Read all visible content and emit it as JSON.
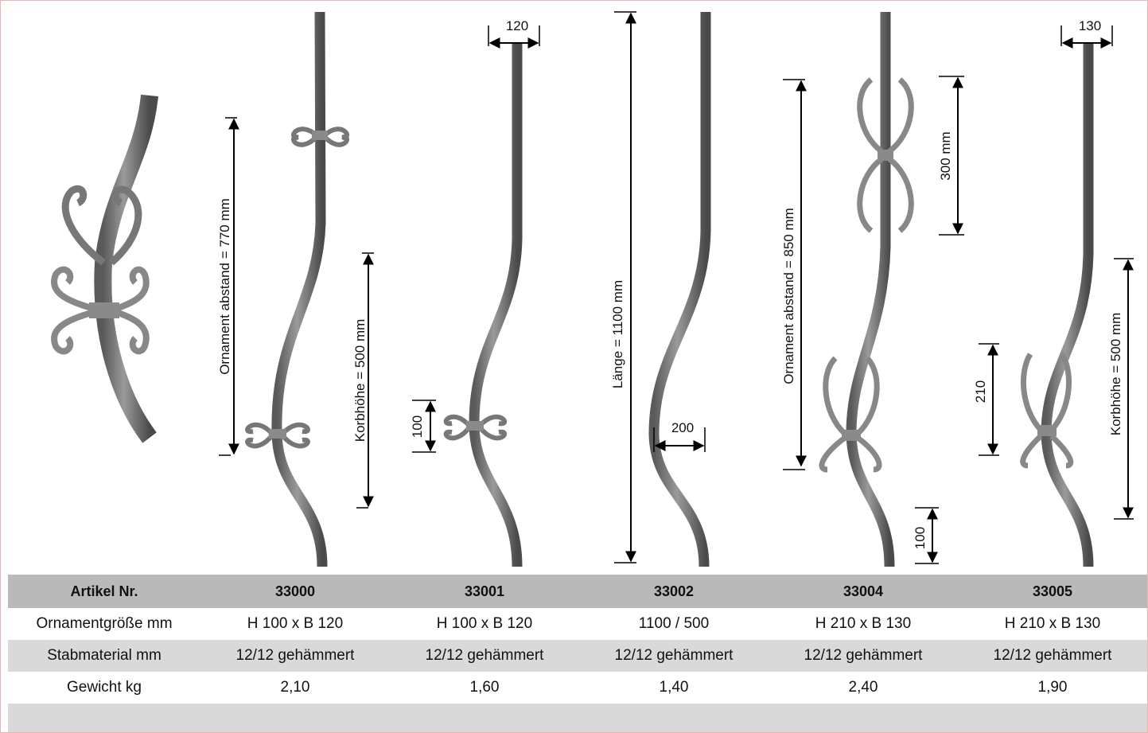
{
  "dimensions": {
    "d33000_spacing": "Ornament  abstand = 770 mm",
    "d33000_basket": "Korbhöhe = 500 mm",
    "d33001_width": "120",
    "d33001_ornament": "100",
    "d33002_length": "Länge = 1100 mm",
    "d33002_width": "200",
    "d33004_spacing": "Ornament  abstand = 850 mm",
    "d33004_ornament": "300 mm",
    "d33004_bottom": "100",
    "d33005_width": "130",
    "d33005_ornament": "210",
    "d33005_basket": "Korbhöhe = 500 mm"
  },
  "table": {
    "header_label": "Artikel Nr.",
    "articles": [
      "33000",
      "33001",
      "33002",
      "33004",
      "33005"
    ],
    "rows": [
      {
        "label": "Ornamentgröße mm",
        "values": [
          "H 100 x B 120",
          "H 100 x B 120",
          "1100 / 500",
          "H 210 x B 130",
          "H 210 x B 130"
        ]
      },
      {
        "label": "Stabmaterial mm",
        "values": [
          "12/12 gehämmert",
          "12/12 gehämmert",
          "12/12 gehämmert",
          "12/12 gehämmert",
          "12/12 gehämmert"
        ]
      },
      {
        "label": "Gewicht kg",
        "values": [
          "2,10",
          "1,60",
          "1,40",
          "2,40",
          "1,90"
        ]
      }
    ]
  }
}
